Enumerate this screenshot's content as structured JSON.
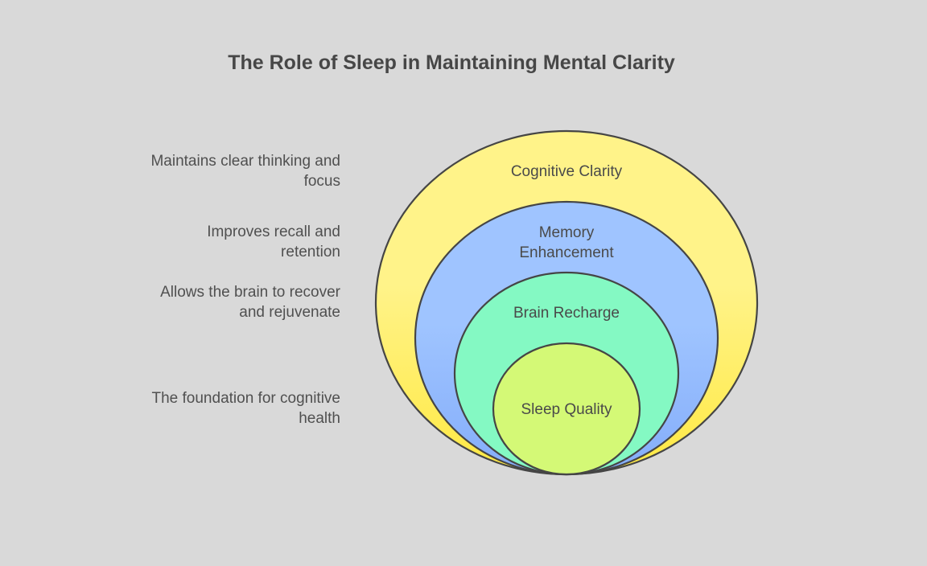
{
  "title": "The Role of Sleep in Maintaining Mental Clarity",
  "layers": [
    {
      "label_lines": [
        "Cognitive Clarity"
      ],
      "description": "Maintains clear thinking and focus",
      "colors": {
        "top": "#fff389",
        "bottom": "#ffe943"
      }
    },
    {
      "label_lines": [
        "Memory",
        "Enhancement"
      ],
      "description": "Improves recall and retention",
      "colors": {
        "top": "#9fc4ff",
        "bottom": "#84adfa"
      }
    },
    {
      "label_lines": [
        "Brain Recharge"
      ],
      "description": "Allows the brain to recover and rejuvenate",
      "colors": {
        "top": "#84f9c3",
        "bottom": "#84f9c3"
      }
    },
    {
      "label_lines": [
        "Sleep Quality"
      ],
      "description": "The foundation for cognitive health",
      "colors": {
        "top": "#d4f976",
        "bottom": "#d4f976"
      }
    }
  ],
  "stroke_color": "#454545",
  "background": "#d9d9d9"
}
